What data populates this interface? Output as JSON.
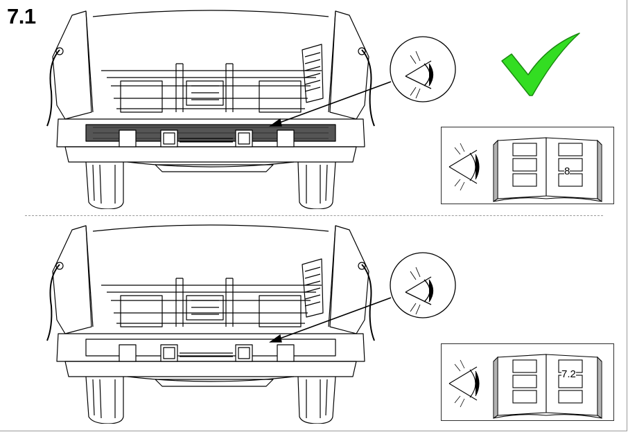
{
  "step_label": "7.1",
  "status": {
    "icon": "check-mark-icon",
    "color": "#33dd22"
  },
  "panels": [
    {
      "name": "correct-view",
      "page_ref": "8"
    },
    {
      "name": "incorrect-view",
      "page_ref": "7.2"
    }
  ]
}
